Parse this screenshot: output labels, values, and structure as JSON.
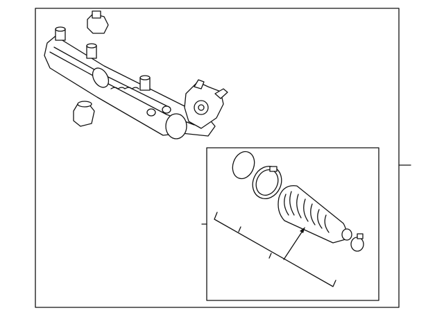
{
  "diagram": {
    "type": "exploded parts illustration",
    "colors": {
      "line": "#111111",
      "background": "#ffffff"
    },
    "parts": [
      "steering-rack-assembly",
      "mount-bushing",
      "bushing-left",
      "o-ring",
      "clamp-large",
      "boot",
      "clamp-small"
    ]
  }
}
